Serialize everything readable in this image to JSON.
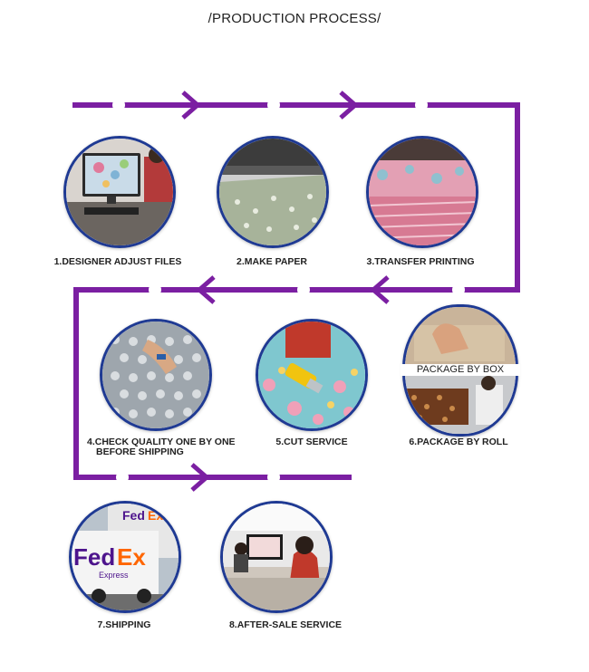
{
  "title": "/PRODUCTION PROCESS/",
  "steps": [
    {
      "label": "1.DESIGNER ADJUST FILES"
    },
    {
      "label": "2.MAKE PAPER"
    },
    {
      "label": "3.TRANSFER PRINTING"
    },
    {
      "label": "4.CHECK QUALITY ONE BY ONE",
      "label_line2": "BEFORE SHIPPING"
    },
    {
      "label": "5.CUT SERVICE"
    },
    {
      "label": "6.PACKAGE BY ROLL",
      "inner_caption": "PACKAGE BY BOX"
    },
    {
      "label": "7.SHIPPING",
      "truck_brand": "FedEx",
      "truck_sub": "Express"
    },
    {
      "label": "8.AFTER-SALE SERVICE"
    }
  ],
  "colors": {
    "flow_line": "#7b1fa2",
    "circle_border": "#1f3a93"
  }
}
